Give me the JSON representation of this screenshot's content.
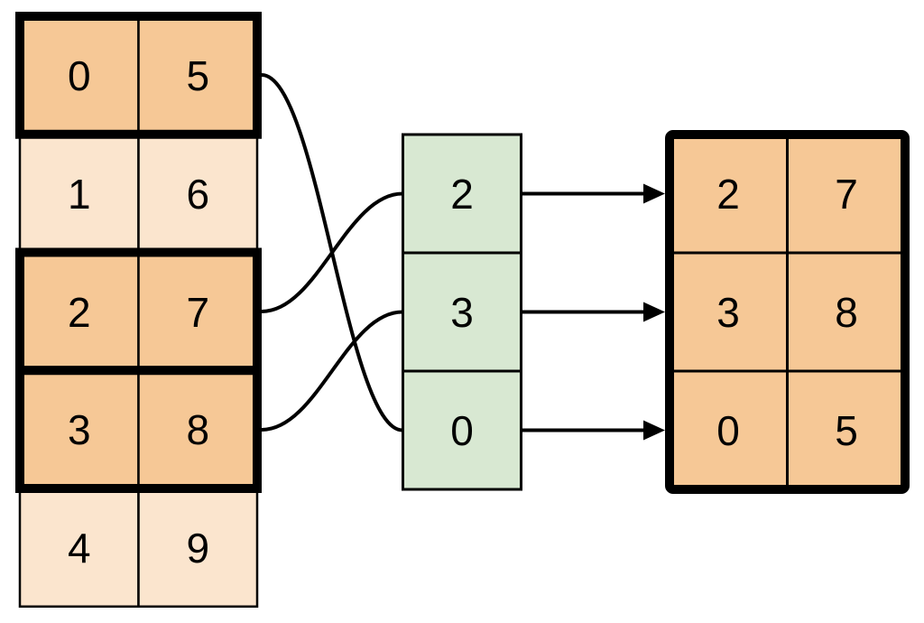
{
  "diagram": {
    "source_table": {
      "rows": [
        {
          "cells": [
            "0",
            "5"
          ],
          "highlighted": true
        },
        {
          "cells": [
            "1",
            "6"
          ],
          "highlighted": false
        },
        {
          "cells": [
            "2",
            "7"
          ],
          "highlighted": true
        },
        {
          "cells": [
            "3",
            "8"
          ],
          "highlighted": true
        },
        {
          "cells": [
            "4",
            "9"
          ],
          "highlighted": false
        }
      ]
    },
    "index_column": {
      "cells": [
        "2",
        "3",
        "0"
      ]
    },
    "result_table": {
      "rows": [
        {
          "cells": [
            "2",
            "7"
          ]
        },
        {
          "cells": [
            "3",
            "8"
          ]
        },
        {
          "cells": [
            "0",
            "5"
          ]
        }
      ]
    },
    "links": {
      "curves": [
        {
          "from_source_row": 0,
          "to_index_cell_value": "0"
        },
        {
          "from_source_row": 2,
          "to_index_cell_value": "2"
        },
        {
          "from_source_row": 3,
          "to_index_cell_value": "3"
        }
      ],
      "arrows": [
        {
          "from_index_cell": 0,
          "to_result_row": 0
        },
        {
          "from_index_cell": 1,
          "to_result_row": 1
        },
        {
          "from_index_cell": 2,
          "to_result_row": 2
        }
      ]
    },
    "colors": {
      "highlight_fill": "#F6C896",
      "dim_fill": "#FBE5CE",
      "index_fill": "#D8E8D2",
      "stroke": "#000000",
      "background": "#FFFFFF"
    }
  }
}
